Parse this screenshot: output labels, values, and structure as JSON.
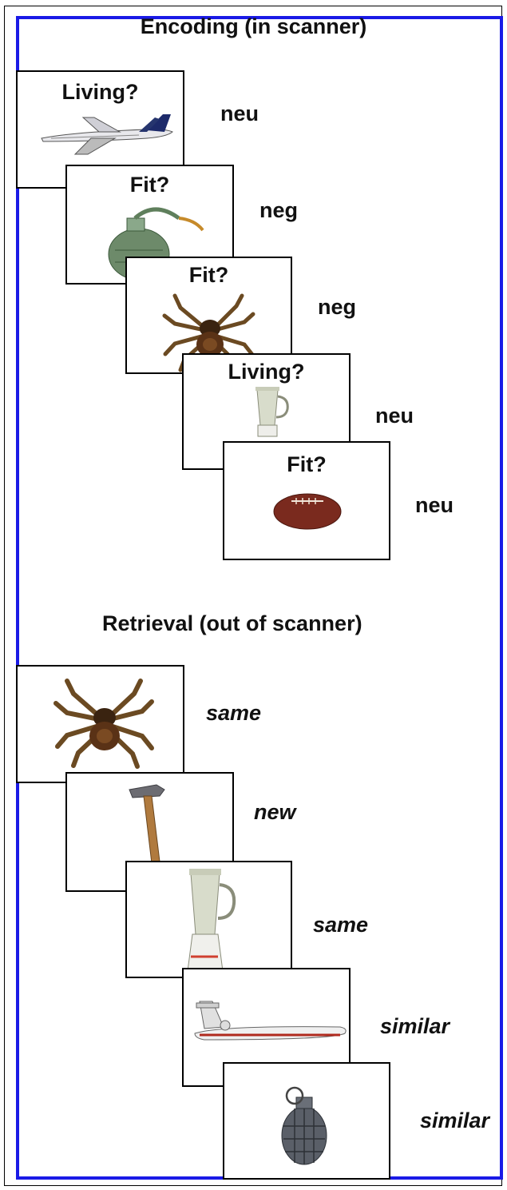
{
  "encoding": {
    "heading": "Encoding (in scanner)",
    "trials": [
      {
        "question": "Living?",
        "object": "airplane",
        "label": "neu"
      },
      {
        "question": "Fit?",
        "object": "grenade",
        "label": "neg"
      },
      {
        "question": "Fit?",
        "object": "tarantula",
        "label": "neg"
      },
      {
        "question": "Living?",
        "object": "blender",
        "label": "neu"
      },
      {
        "question": "Fit?",
        "object": "football",
        "label": "neu"
      }
    ]
  },
  "retrieval": {
    "heading": "Retrieval (out of scanner)",
    "trials": [
      {
        "object": "tarantula",
        "label": "same"
      },
      {
        "object": "hammer",
        "label": "new"
      },
      {
        "object": "blender",
        "label": "same"
      },
      {
        "object": "airplane",
        "label": "similar"
      },
      {
        "object": "grenade",
        "label": "similar"
      }
    ]
  }
}
